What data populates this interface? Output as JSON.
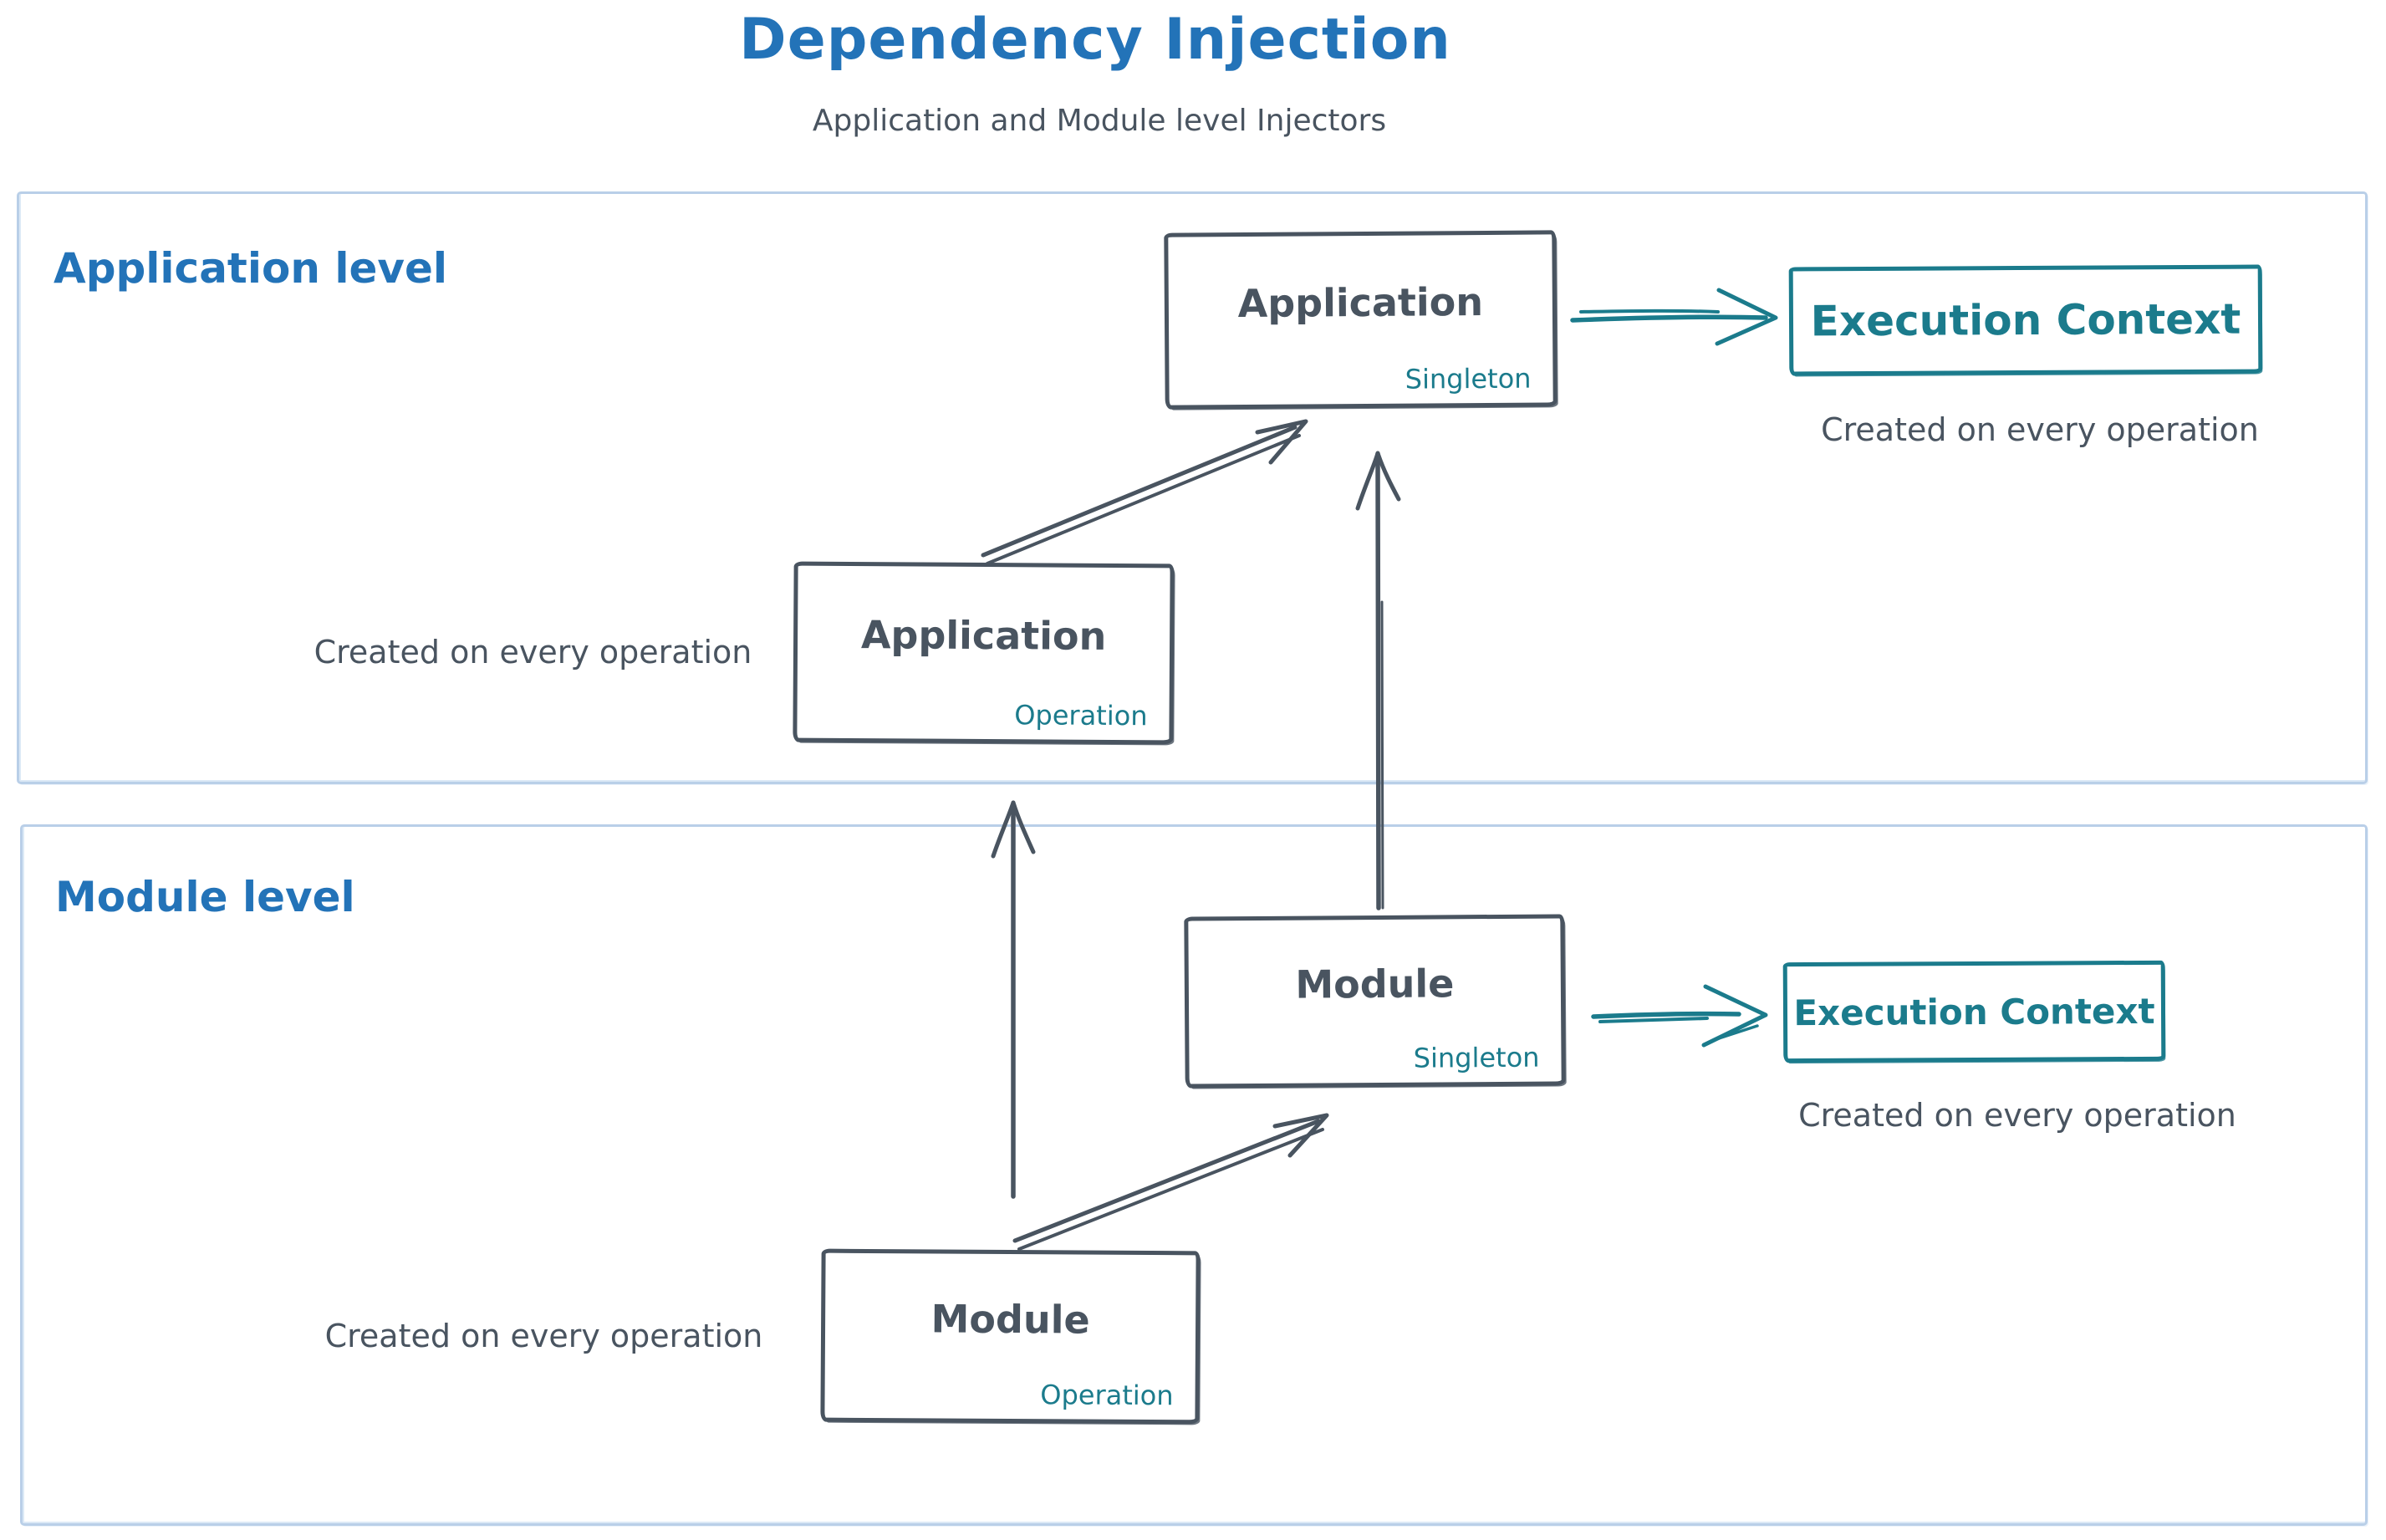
{
  "title": "Dependency Injection",
  "subtitle": "Application and Module level Injectors",
  "colors": {
    "blue": "#2373b8",
    "slate": "#495460",
    "teal": "#1b7b8c",
    "lightblue": "#b9cfe8"
  },
  "application": {
    "label": "Application level",
    "singleton_box": {
      "title": "Application",
      "scope": "Singleton"
    },
    "operation_box": {
      "title": "Application",
      "scope": "Operation"
    },
    "operation_caption": "Created on every operation",
    "execution_context": {
      "title": "Execution Context",
      "caption": "Created on every operation"
    }
  },
  "module": {
    "label": "Module level",
    "singleton_box": {
      "title": "Module",
      "scope": "Singleton"
    },
    "operation_box": {
      "title": "Module",
      "scope": "Operation"
    },
    "operation_caption": "Created on every operation",
    "execution_context": {
      "title": "Execution Context",
      "caption": "Created on every operation"
    }
  }
}
